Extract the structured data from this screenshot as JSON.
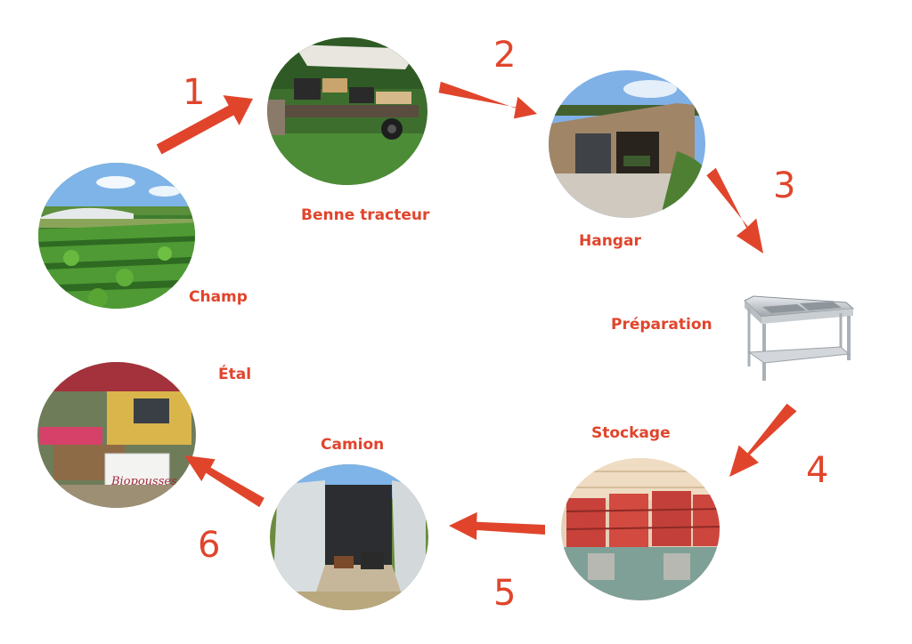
{
  "colors": {
    "accent": "#e0452c",
    "background": "#ffffff"
  },
  "steps": [
    {
      "label": "Champ"
    },
    {
      "label": "Benne tracteur"
    },
    {
      "label": "Hangar"
    },
    {
      "label": "Préparation"
    },
    {
      "label": "Stockage"
    },
    {
      "label": "Camion"
    },
    {
      "label": "Étal"
    }
  ],
  "arrows": [
    {
      "number": "1"
    },
    {
      "number": "2"
    },
    {
      "number": "3"
    },
    {
      "number": "4"
    },
    {
      "number": "5"
    },
    {
      "number": "6"
    }
  ],
  "stall_sign": {
    "text": "Biopousses"
  }
}
